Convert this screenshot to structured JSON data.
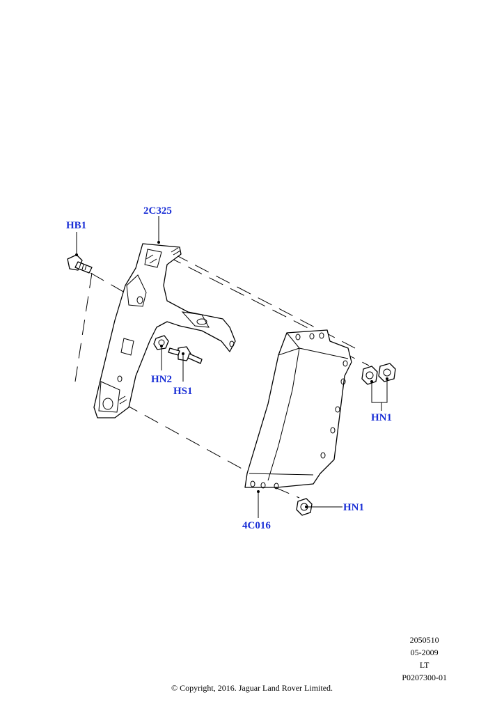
{
  "callouts": {
    "hb1": "HB1",
    "bracket": "2C325",
    "hn2": "HN2",
    "hs1": "HS1",
    "hn1_pair": "HN1",
    "hn1_single": "HN1",
    "module": "4C016"
  },
  "callout_color": "#1a2fd6",
  "meta": {
    "code": "2050510",
    "date": "05-2009",
    "region": "LT",
    "ref": "P0207300-01"
  },
  "copyright": "© Copyright, 2016. Jaguar Land Rover Limited."
}
